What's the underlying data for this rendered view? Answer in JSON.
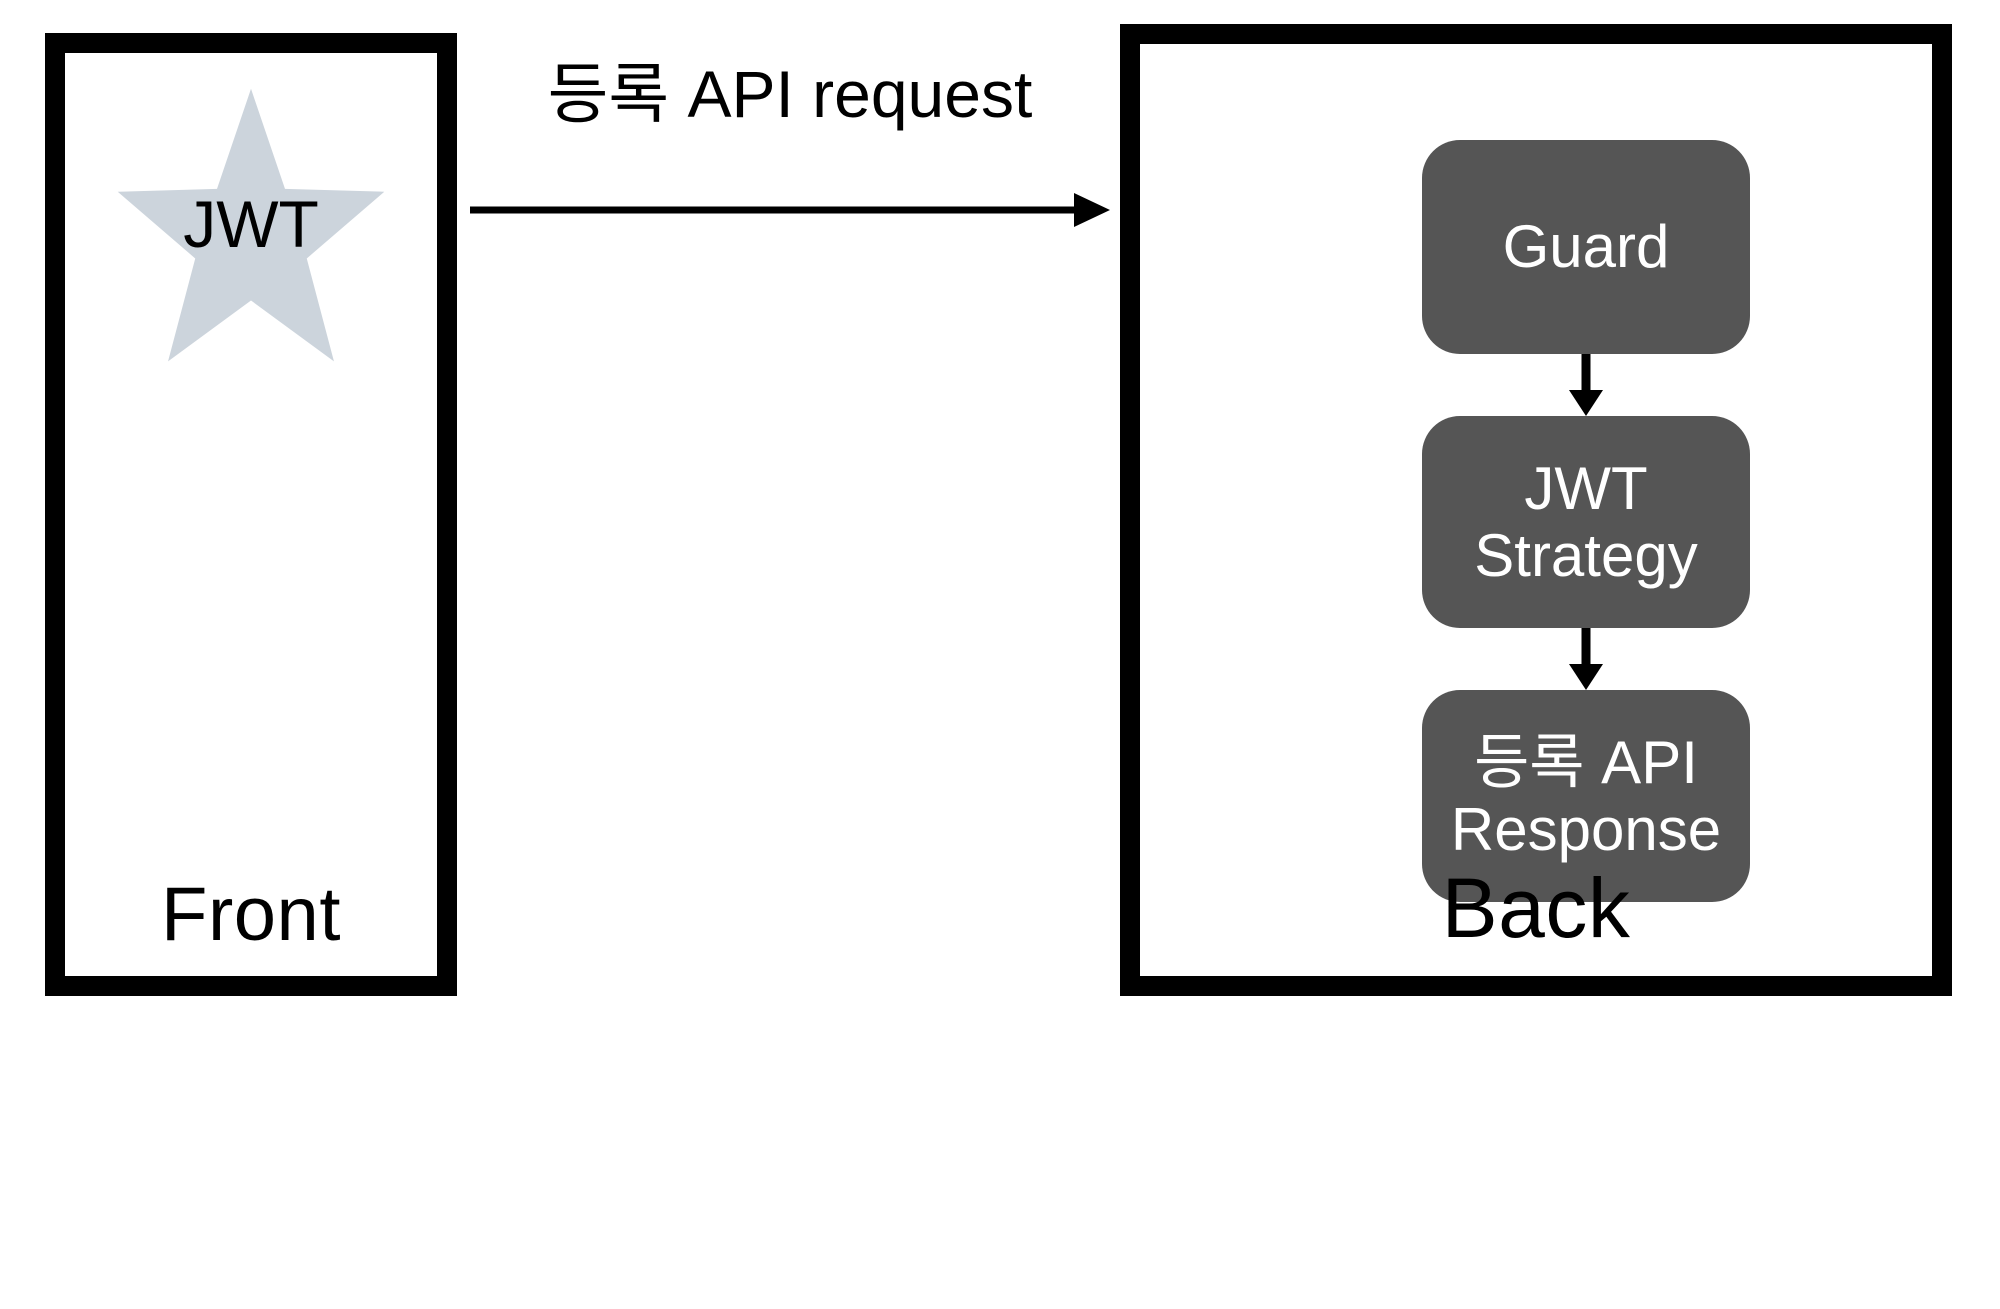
{
  "diagram": {
    "title": "JWT authentication flow between Front and Back",
    "colors": {
      "panel_border": "#000000",
      "panel_background": "#ffffff",
      "star_fill": "#ccd4dc",
      "node_fill": "#555555",
      "node_text": "#ffffff",
      "arrow": "#000000",
      "text": "#000000"
    }
  },
  "front_panel": {
    "caption": "Front",
    "token": {
      "shape": "star",
      "label": "JWT"
    }
  },
  "request_flow": {
    "label": "등록 API request",
    "direction": "left-to-right",
    "from": "Front",
    "to": "Back"
  },
  "back_panel": {
    "caption": "Back",
    "nodes": [
      {
        "id": "guard",
        "label": "Guard"
      },
      {
        "id": "strategy",
        "label": "JWT\nStrategy"
      },
      {
        "id": "response",
        "label": "등록 API\nResponse"
      }
    ],
    "connectors": [
      {
        "from": "guard",
        "to": "strategy",
        "direction": "down"
      },
      {
        "from": "strategy",
        "to": "response",
        "direction": "down"
      }
    ]
  }
}
